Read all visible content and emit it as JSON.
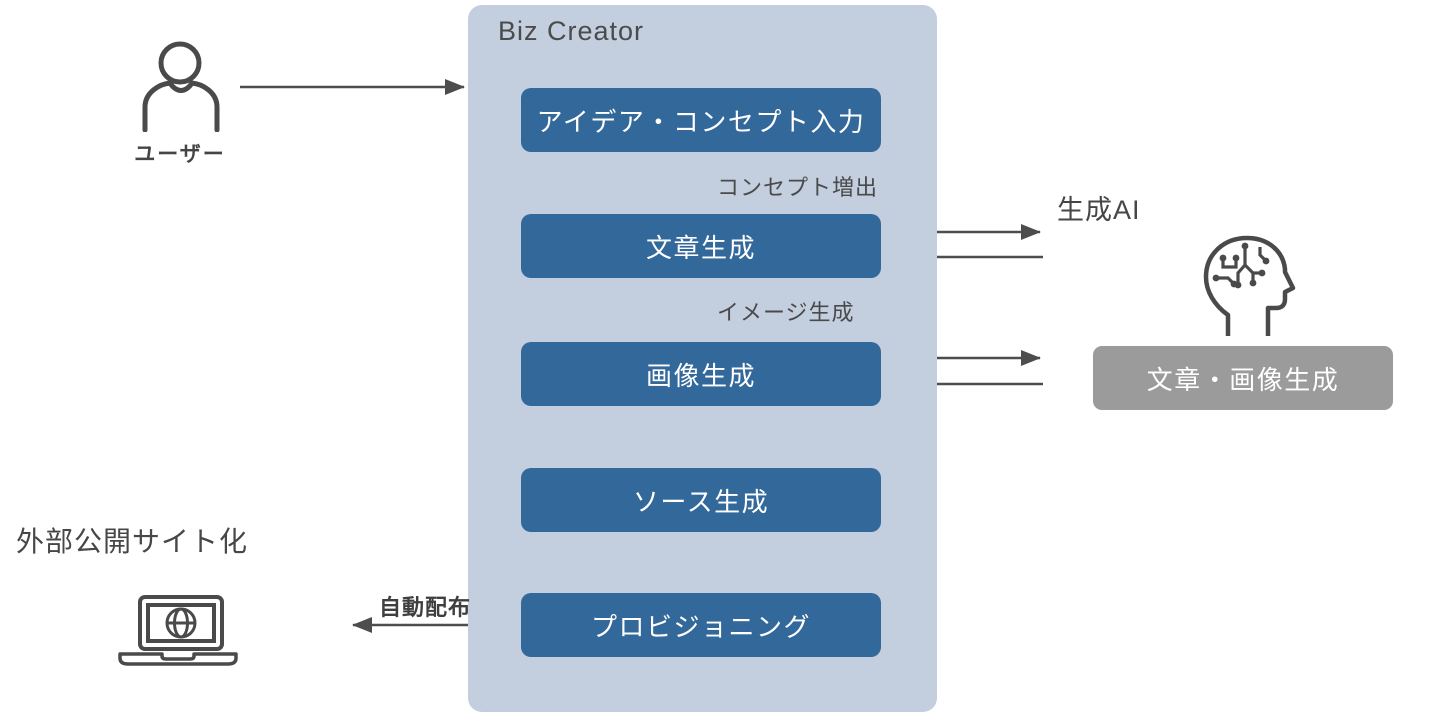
{
  "title": {
    "text": "Biz Creator"
  },
  "steps": [
    {
      "label": "アイデア・コンセプト入力"
    },
    {
      "label": "文章生成"
    },
    {
      "label": "画像生成"
    },
    {
      "label": "ソース生成"
    },
    {
      "label": "プロビジョニング"
    }
  ],
  "edge_labels": {
    "concept_out": "コンセプト増出",
    "image_gen": "イメージ生成",
    "auto_deploy": "自動配布"
  },
  "actors": {
    "user": {
      "label": "ユーザー",
      "icon": "user-icon"
    },
    "gen_ai": {
      "label": "生成AI",
      "icon": "ai-head-icon",
      "box_label": "文章・画像生成"
    },
    "external_site": {
      "label": "外部公開サイト化",
      "icon": "laptop-globe-icon"
    }
  },
  "colors": {
    "container_bg": "#c3cedf",
    "step_box_blue": "#33689b",
    "ai_box_gray": "#9b9b9b",
    "arrow_line": "#4d4d4d",
    "label_text": "#4a4a4a",
    "box_text": "#ffffff"
  }
}
